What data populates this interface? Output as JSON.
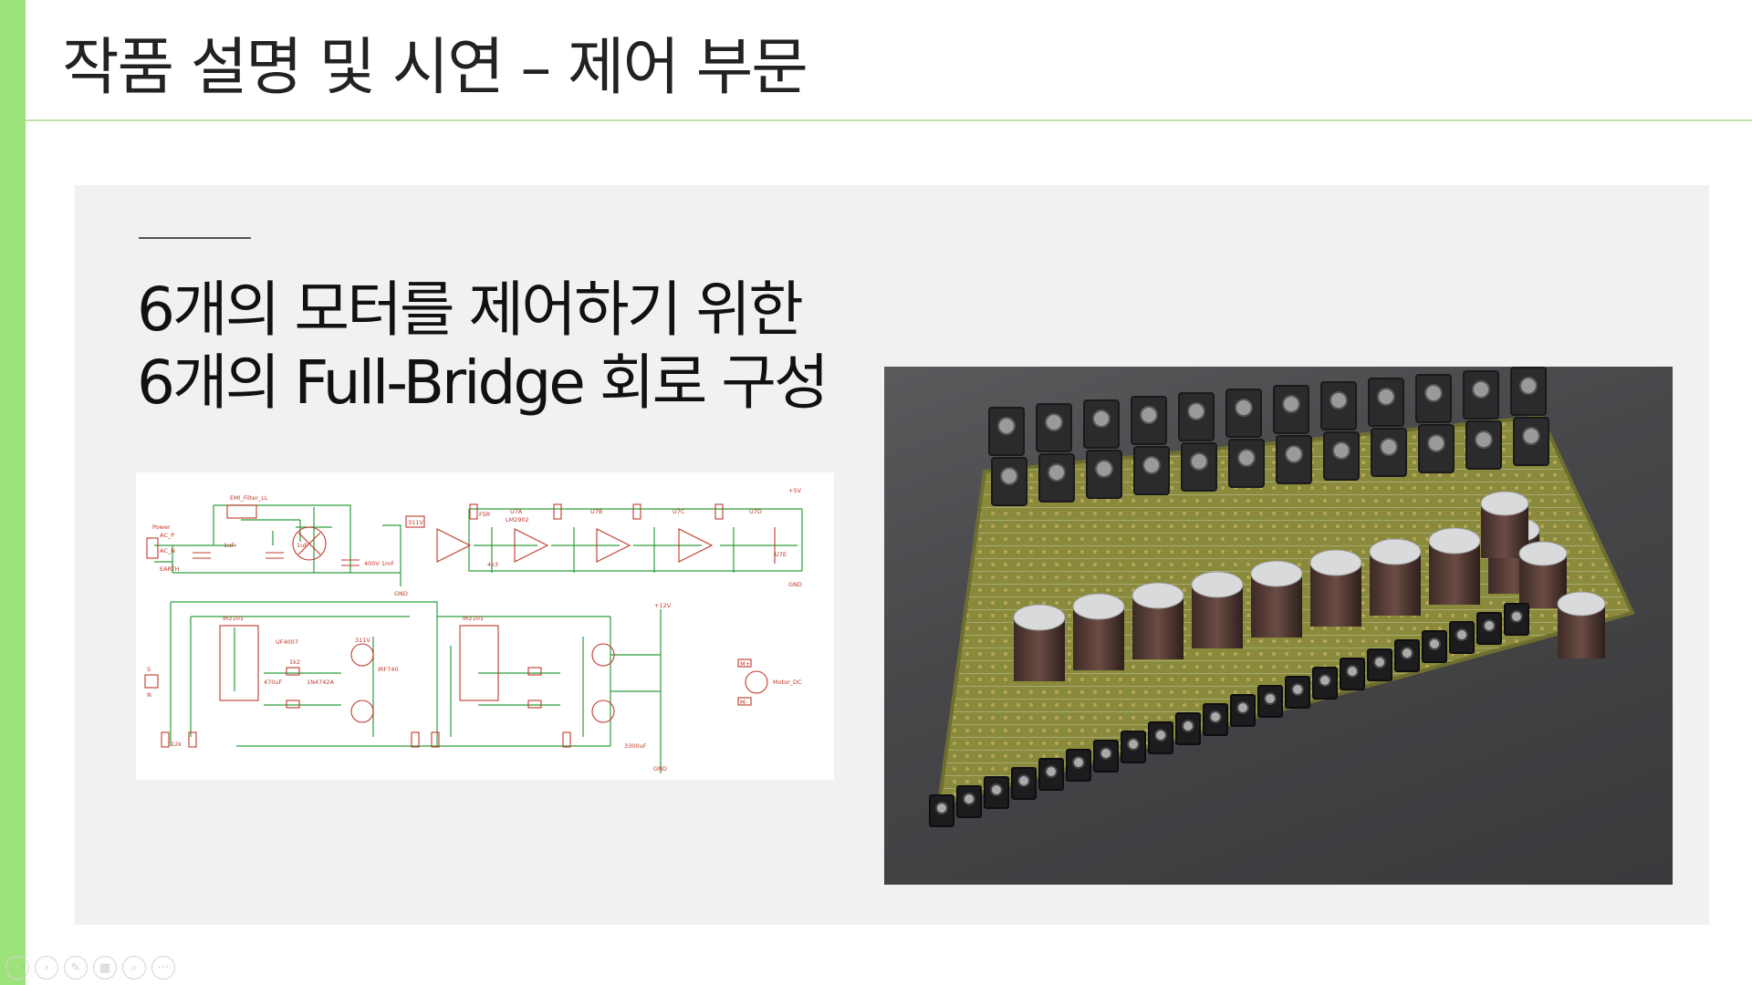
{
  "slide": {
    "title": "작품 설명 및 시연 – 제어 부문",
    "heading_line1": "6개의 모터를 제어하기 위한",
    "heading_line2": "6개의 Full-Bridge 회로 구성"
  },
  "schematic": {
    "power": "Power",
    "ac_p": "AC_P",
    "ac_n": "AC_N",
    "earth": "EARTH",
    "emi": "EMI_Filter_LL",
    "c1": "1uF",
    "c2": "1uF",
    "v311": "311V",
    "cap400": "400V 1mF",
    "gnd1": "GND",
    "fsr": "FSR",
    "u7a": "U7A",
    "u7b": "U7B",
    "u7c": "U7C",
    "u7d": "U7D",
    "u7e": "U7E",
    "lm": "LM2902",
    "r4k3": "4k3",
    "plus5": "+5V",
    "gnd2": "GND",
    "plus12": "+12V",
    "ir2101a": "IR2101",
    "ir2101b": "IR2101",
    "uf4007": "UF4007",
    "c470": "470uF",
    "r12k": "12k",
    "r1k2": "1k2",
    "zener": "1N4742A",
    "irf740": "IRF740",
    "v311b": "311V",
    "c3300": "3300uF",
    "motor": "Motor_DC",
    "mplus": "M+",
    "mminus": "M-",
    "gnd3": "GND",
    "sig_s": "S",
    "sig_n": "N"
  },
  "controls": {
    "prev": "‹",
    "next": "›",
    "pen": "✎",
    "slides": "▦",
    "zoom": "⌕",
    "more": "···"
  },
  "colors": {
    "accent_bar": "#9be27a",
    "schematic_red": "#c0392b",
    "schematic_green": "#2e9e3c",
    "pcb_green": "#8a8a3c"
  }
}
